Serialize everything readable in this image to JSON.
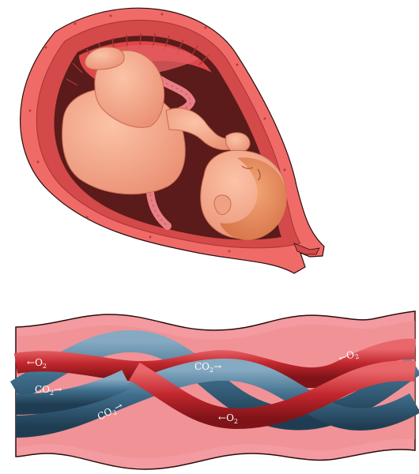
{
  "illustration": {
    "subject": "fetus-in-uterus-and-umbilical-cord-vessels",
    "colors": {
      "uterus_wall": "#f06b68",
      "uterus_edge": "#c8403f",
      "uterine_cavity_dark": "#5a1b1a",
      "amniotic_red": "#e0474a",
      "fetus_skin": "#f6a98a",
      "fetus_shadow": "#e98f70",
      "hair": "#e08a5e",
      "cord_pink": "#e97f86",
      "cord_sheath": "#f39ba0",
      "artery_red": "#c1272d",
      "vein_blue": "#3f6e8c",
      "outline": "#2b0d0c"
    }
  },
  "cord_labels": [
    {
      "id": "o2-top-left",
      "arrow": "←",
      "molecule": "O",
      "subscript": "2",
      "order": "arrow-first"
    },
    {
      "id": "co2-left",
      "arrow": "→",
      "molecule": "CO",
      "subscript": "2",
      "order": "arrow-last"
    },
    {
      "id": "co2-center",
      "arrow": "→",
      "molecule": "CO",
      "subscript": "2",
      "order": "arrow-last"
    },
    {
      "id": "o2-top-right",
      "arrow": "←",
      "molecule": "O",
      "subscript": "2",
      "order": "arrow-first"
    },
    {
      "id": "co2-bottom-left",
      "arrow": "→",
      "molecule": "CO",
      "subscript": "2",
      "order": "arrow-last"
    },
    {
      "id": "o2-bottom-center",
      "arrow": "←",
      "molecule": "O",
      "subscript": "2",
      "order": "arrow-first"
    }
  ]
}
